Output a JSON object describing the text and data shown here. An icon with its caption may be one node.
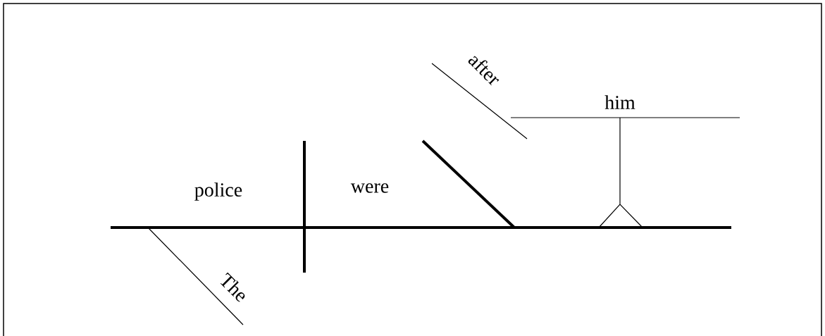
{
  "diagram": {
    "labels": [
      "after",
      "him",
      "police",
      "were",
      "The"
    ]
  }
}
